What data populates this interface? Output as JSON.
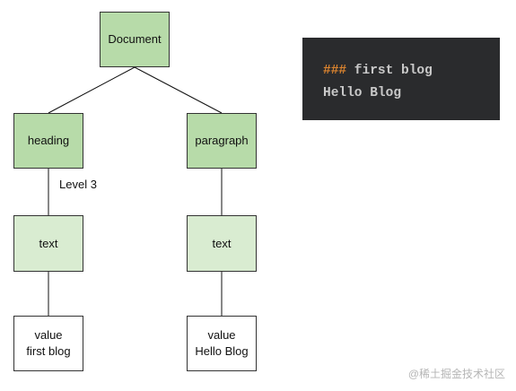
{
  "diagram": {
    "nodes": {
      "document": "Document",
      "heading": "heading",
      "paragraph": "paragraph",
      "text_left": "text",
      "text_right": "text",
      "value_left_line1": "value",
      "value_left_line2": "first blog",
      "value_right_line1": "value",
      "value_right_line2": "Hello Blog"
    },
    "edge_labels": {
      "heading_level": "Level 3"
    },
    "colors": {
      "dark_green": "#b7dba9",
      "light_green": "#d9ecd1",
      "white": "#ffffff",
      "border": "#333333"
    }
  },
  "code": {
    "line1_marker": "###",
    "line1_text": " first blog",
    "line2_text": "Hello Blog",
    "background": "#2a2b2d",
    "marker_color": "#d9832f",
    "text_color": "#c9c9c9"
  },
  "watermark": "@稀土掘金技术社区"
}
